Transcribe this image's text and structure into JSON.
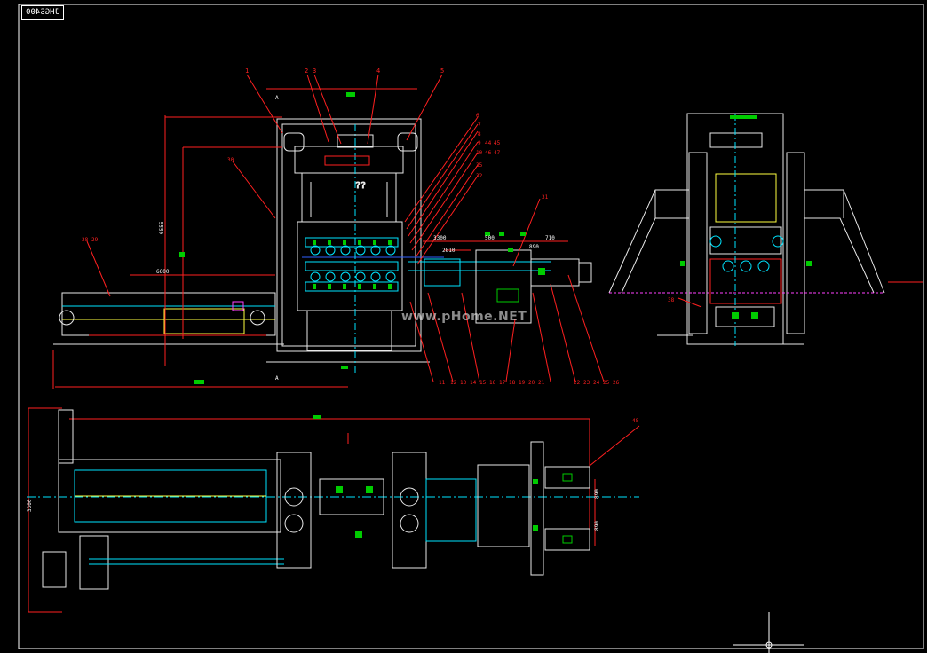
{
  "frame_label": "JHGS400",
  "watermark": "www.pHome.NET",
  "colors": {
    "background": "#000000",
    "frame": "#ffffff",
    "leader_red": "#ff2020",
    "dim_green": "#00dd00",
    "dim_box": "#00cc00",
    "machine_white": "#e8e8e8",
    "cyan": "#00e5ff",
    "yellow": "#ffff40",
    "magenta": "#ff40ff",
    "blue": "#3060ff"
  },
  "front_view": {
    "part_numbers_top": [
      "1",
      "2",
      "3",
      "4",
      "5"
    ],
    "part_numbers_right": [
      "6",
      "7",
      "8",
      "9",
      "44",
      "45",
      "10",
      "46",
      "47",
      "35",
      "32"
    ],
    "part_numbers_bottom": [
      "11",
      "12",
      "13",
      "14",
      "15",
      "16",
      "17",
      "18",
      "19",
      "20",
      "21",
      "22",
      "23",
      "24",
      "25",
      "26"
    ],
    "part_numbers_left": [
      "30",
      "28",
      "29",
      "31"
    ],
    "section_marks": [
      "A",
      "A"
    ],
    "dimensions": [
      "6555",
      "6600",
      "3300",
      "500",
      "710",
      "2810",
      "890"
    ]
  },
  "side_view": {
    "part_numbers": [
      "38"
    ]
  },
  "plan_view": {
    "part_numbers": [
      "48"
    ],
    "dimensions": [
      "3300",
      "890",
      "890"
    ]
  },
  "view_markers": [
    "??"
  ]
}
